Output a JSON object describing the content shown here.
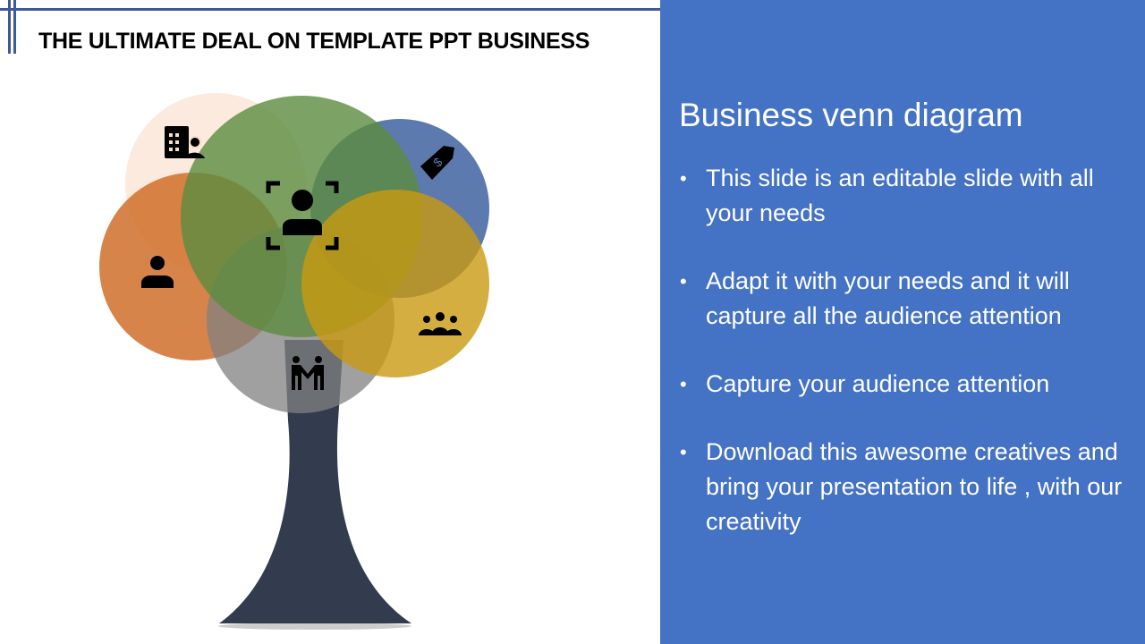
{
  "header": {
    "title": "THE ULTIMATE DEAL ON TEMPLATE PPT BUSINESS"
  },
  "panel": {
    "heading": "Business venn diagram",
    "bullets": [
      "This slide is an editable slide with all your needs",
      "Adapt it with your needs and it will capture all the audience attention",
      "Capture your audience attention",
      "Download this awesome creatives and bring your presentation to life , with our creativity"
    ]
  },
  "colors": {
    "accent": "#4472c4",
    "line": "#3c5a9a",
    "trunk": "#323c4e",
    "peach": "#f8dcc6",
    "orange": "#d06f2a",
    "gray": "#8a8a8a",
    "green": "#5b8c3e",
    "blue": "#2f5597",
    "gold": "#c99a10"
  }
}
